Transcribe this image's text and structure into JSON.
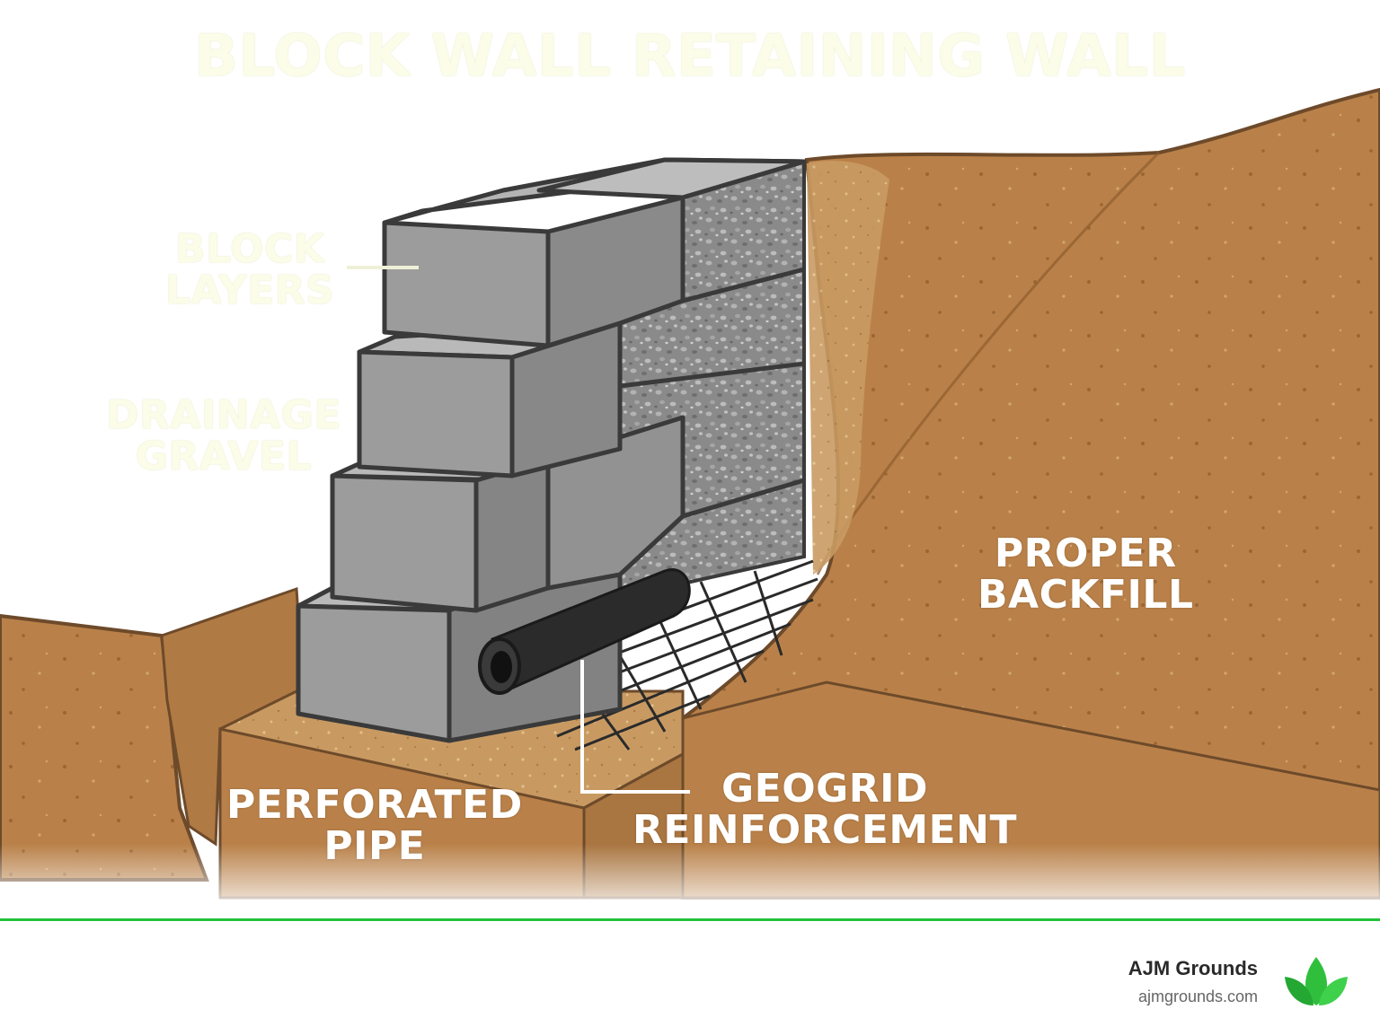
{
  "diagram": {
    "title": "BLOCK WALL RETAINING WALL",
    "labels": {
      "block_layers": [
        "BLOCK",
        "LAYERS"
      ],
      "drainage_gravel": [
        "DRAINAGE",
        "GRAVEL"
      ],
      "proper_backfill": [
        "PROPER",
        "BACKFILL"
      ],
      "perforated_pipe": [
        "PERFORATED",
        "PIPE"
      ],
      "geogrid": [
        "GEOGRID",
        "REINFORCEMENT"
      ]
    },
    "colors": {
      "soil": "#b98149",
      "soil_dark": "#a16a38",
      "soil_light": "#c99660",
      "block_front": "#9b9b9b",
      "block_top": "#b9b9b9",
      "block_side": "#7e7e7e",
      "gravel": "#8b8b8b",
      "pipe": "#2a2a2a",
      "accent": "#22c23a"
    }
  },
  "footer": {
    "brand_name": "AJM Grounds",
    "brand_url": "ajmgrounds.com",
    "logo_icon": "leaf-icon"
  }
}
